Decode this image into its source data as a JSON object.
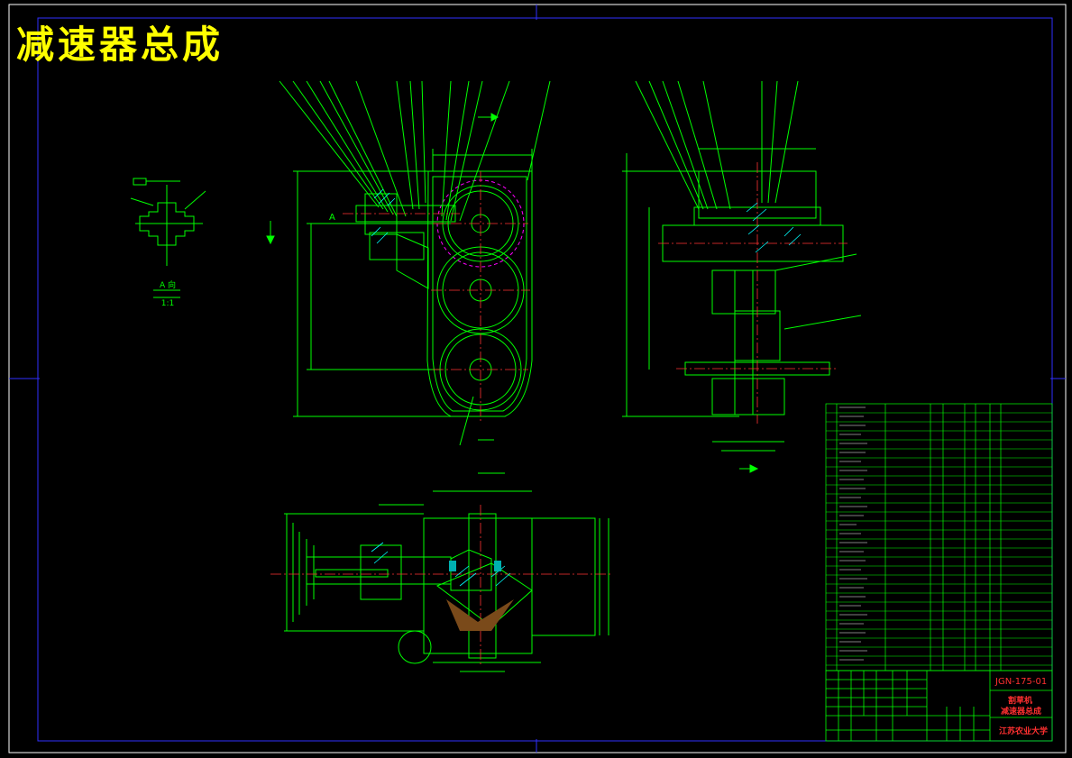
{
  "page_title": "减速器总成",
  "section_label": "A 向",
  "section_scale": "1:1",
  "view_arrow_label": "A",
  "title_block": {
    "drawing_code": "JGN-175-01",
    "product_name": "割草机",
    "drawing_name": "减速器总成",
    "organization": "江苏农业大学"
  },
  "colors": {
    "background": "#000000",
    "drawing_lines": "#00ff00",
    "frame_lines": "#ffffff",
    "title_text": "#ffff00",
    "title_block_text": "#ff3030",
    "center_lines": "#ff3333",
    "gear_pitch": "#ff00ff",
    "hatch": "#00ffff"
  }
}
